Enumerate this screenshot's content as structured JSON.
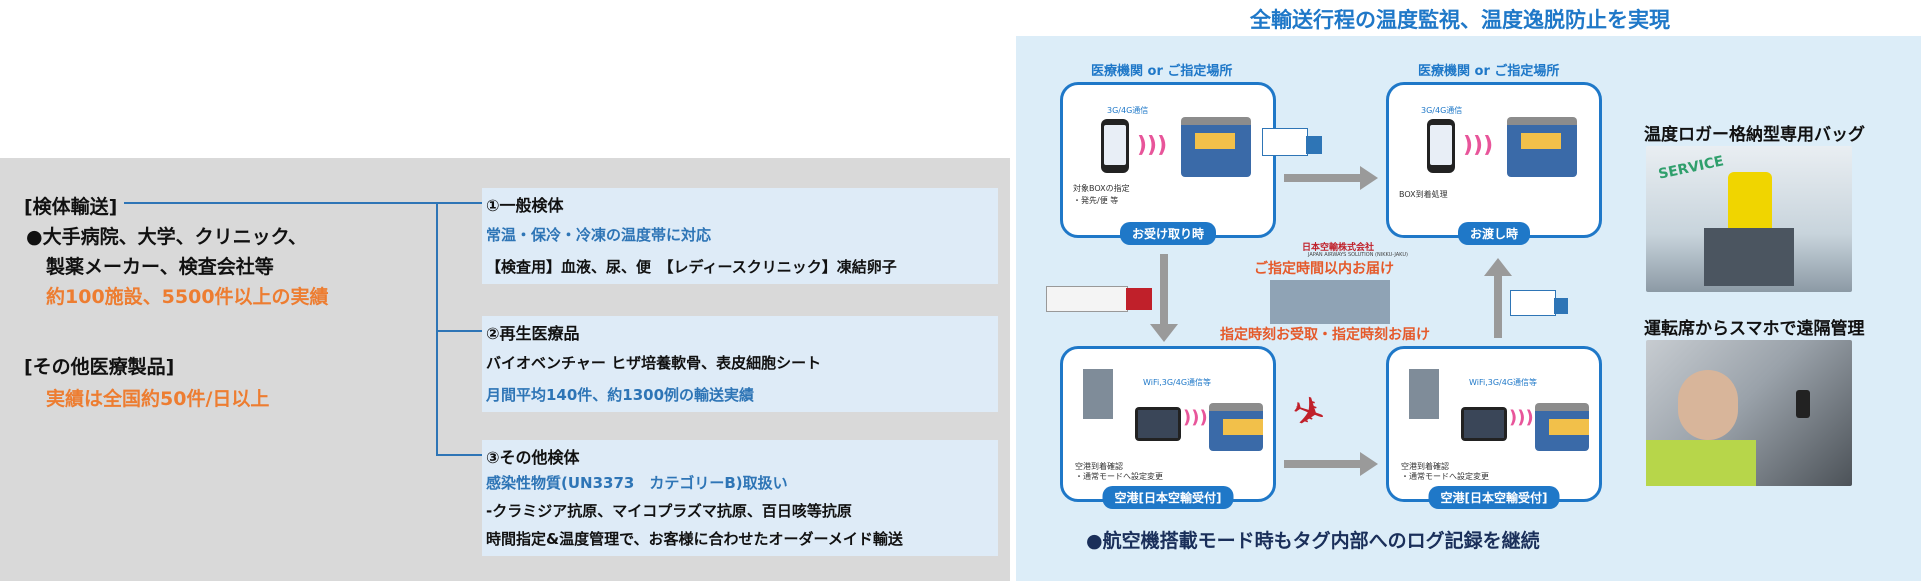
{
  "left": {
    "heading1": "[検体輸送]",
    "clients_line1": "●大手病院、大学、クリニック、",
    "clients_line2": "製薬メーカー、検査会社等",
    "results1": "約100施設、5500件以上の実績",
    "heading2": "[その他医療製品]",
    "results2": "実績は全国約50件/日以上"
  },
  "boxes": [
    {
      "title": "①一般検体",
      "lines": [
        "常温・保冷・冷凍の温度帯に対応",
        "【検査用】血液、尿、便　【レディースクリニック】凍結卵子"
      ]
    },
    {
      "title": "②再生医療品",
      "lines": [
        "バイオベンチャー ヒザ培養軟骨、表皮細胞シート",
        "月間平均140件、約1300例の輸送実績"
      ]
    },
    {
      "title": "③その他検体",
      "lines": [
        "感染性物質(UN3373　カテゴリーB)取扱い",
        "-クラミジア抗原、マイコプラズマ抗原、百日咳等抗原",
        "時間指定&温度管理で、お客様に合わせたオーダーメイド輸送"
      ]
    }
  ],
  "right": {
    "title": "全輸送行程の温度監視、温度逸脱防止を実現",
    "location_label": "医療機関 or ご指定場所",
    "card_pickup": {
      "net": "3G/4G通信",
      "note1": "対象BOXの指定",
      "note2": "・発先/便 等",
      "badge": "お受け取り時"
    },
    "card_delivery": {
      "net": "3G/4G通信",
      "note1": "BOX到着処理",
      "badge": "お渡し時"
    },
    "card_airport1": {
      "net": "WiFi,3G/4G通信等",
      "note1": "空港到着確認",
      "note2": "・通常モードへ設定変更",
      "badge": "空港[日本空輸受付]"
    },
    "card_airport2": {
      "net": "WiFi,3G/4G通信等",
      "note1": "空港到着確認",
      "note2": "・通常モードへ設定変更",
      "badge": "空港[日本空輸受付]"
    },
    "company_jp": "日本空輸株式会社",
    "company_en": "JAPAN AIRWAYS SOLUTION (NIKKU-JAKU)",
    "time_text1": "ご指定時間以内お届け",
    "time_text2": "指定時刻お受取・指定時刻お届け",
    "footer": "●航空機搭載モード時もタグ内部へのログ記録を継続",
    "photo1_title": "温度ロガー格納型専用バッグ",
    "photo2_title": "運転席からスマホで遠隔管理",
    "photo1_sign": "SERVICE"
  },
  "colors": {
    "accent_blue": "#1f78c8",
    "orange": "#ed7d31",
    "panel_grey": "#d9d9d9",
    "box_blue": "#deebf7"
  }
}
